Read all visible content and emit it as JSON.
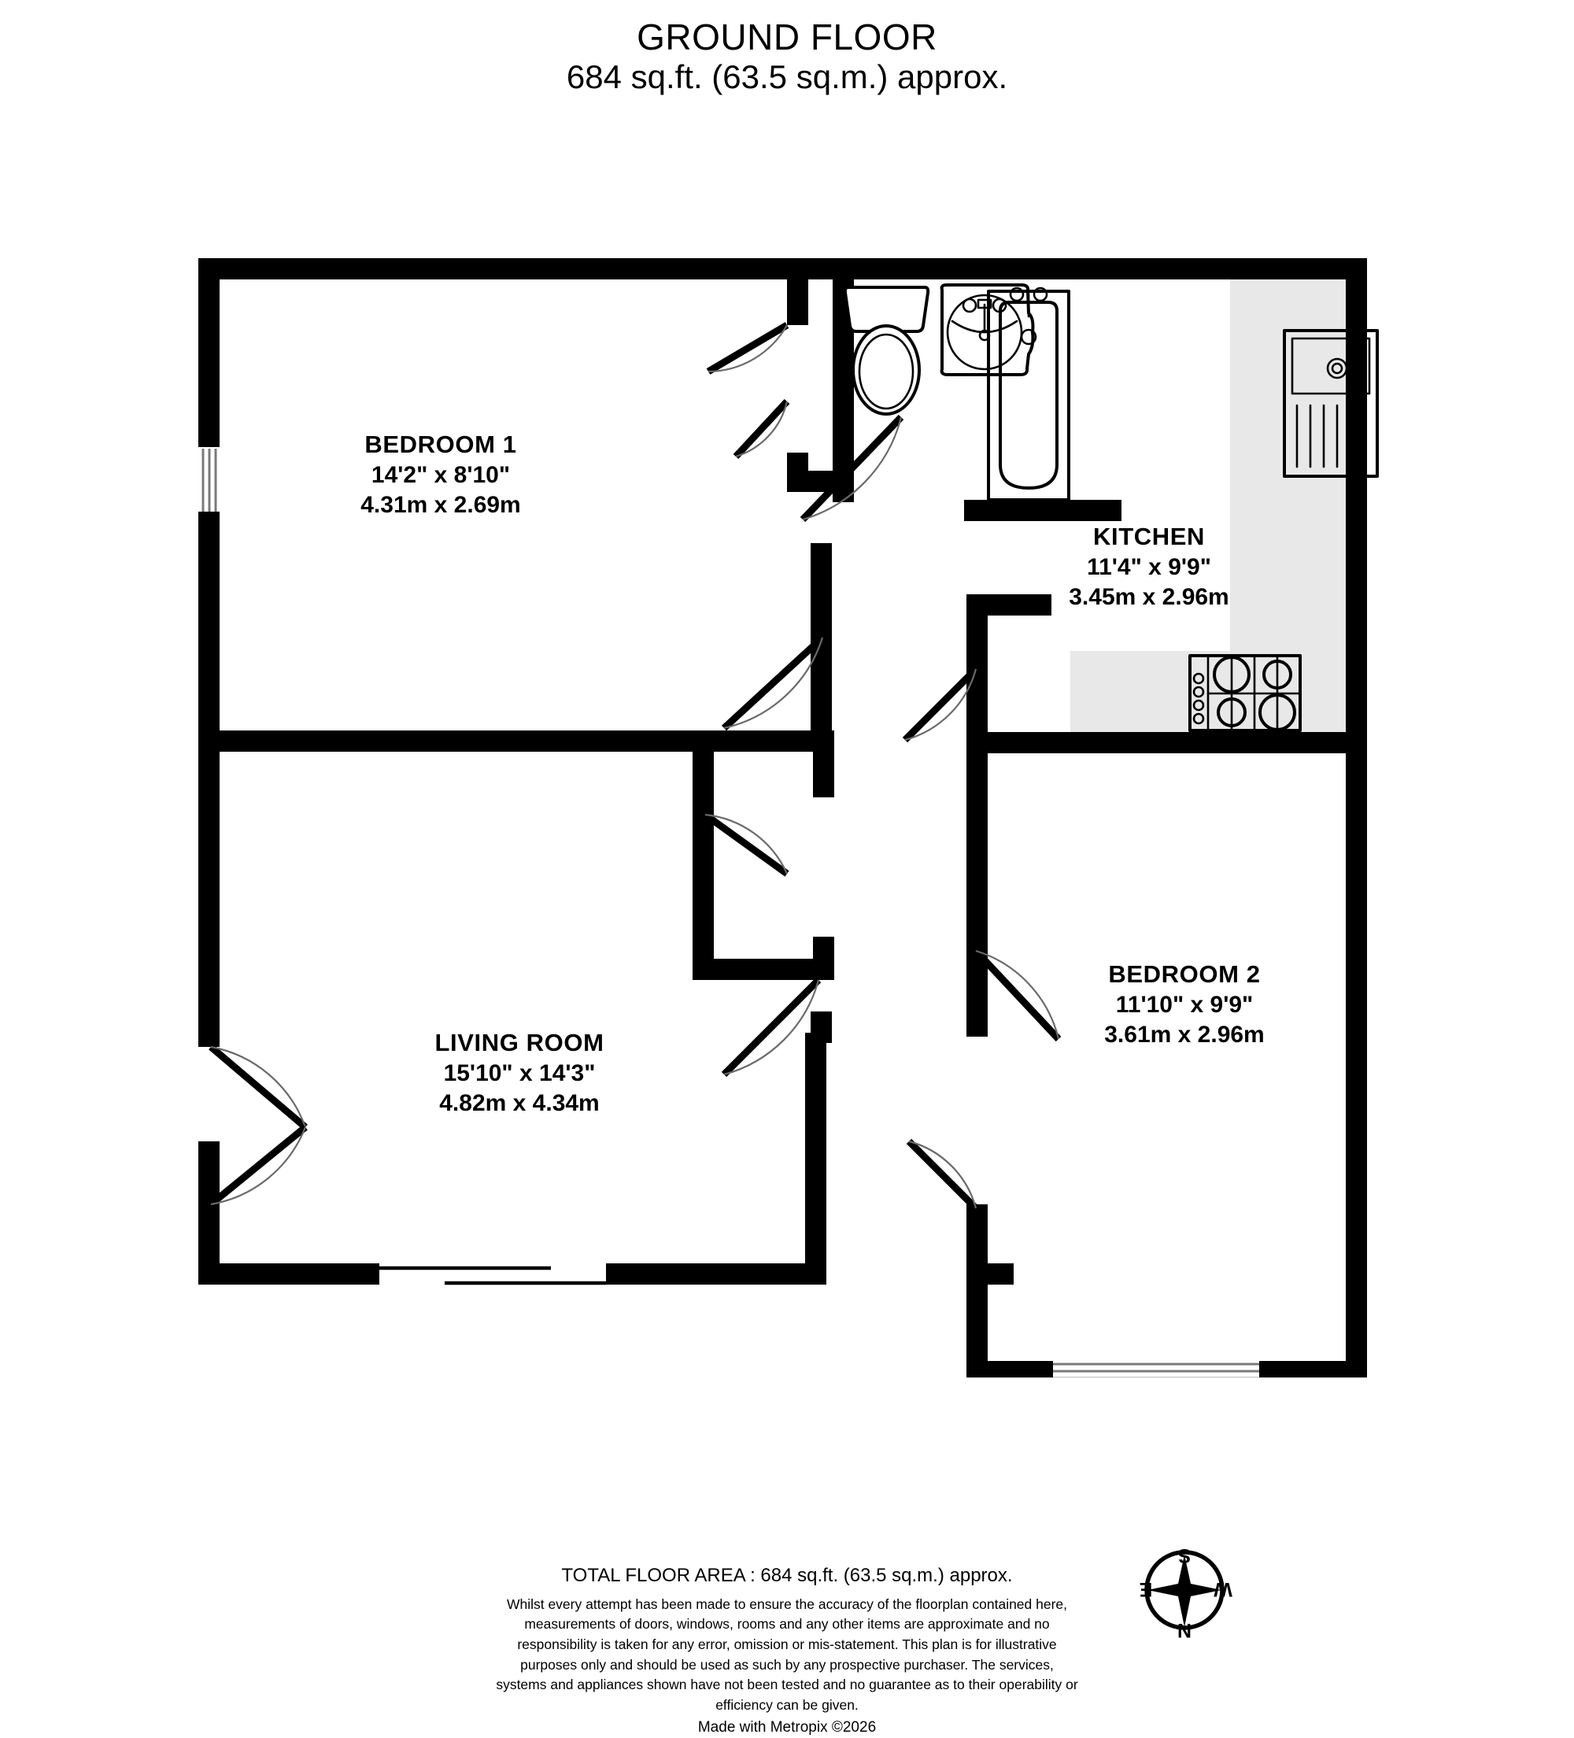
{
  "header": {
    "title": "GROUND FLOOR",
    "subtitle": "684 sq.ft. (63.5 sq.m.) approx."
  },
  "rooms": [
    {
      "key": "bedroom1",
      "name": "BEDROOM 1",
      "imperial": "14'2\"  x 8'10\"",
      "metric": "4.31m  x 2.69m"
    },
    {
      "key": "kitchen",
      "name": "KITCHEN",
      "imperial": "11'4\"  x 9'9\"",
      "metric": "3.45m  x 2.96m"
    },
    {
      "key": "living_room",
      "name": "LIVING ROOM",
      "imperial": "15'10\"  x 14'3\"",
      "metric": "4.82m  x 4.34m"
    },
    {
      "key": "bedroom2",
      "name": "BEDROOM 2",
      "imperial": "11'10\"  x 9'9\"",
      "metric": "3.61m  x 2.96m"
    }
  ],
  "fixtures": [
    {
      "key": "toilet",
      "label": "toilet"
    },
    {
      "key": "washbasin",
      "label": "washbasin"
    },
    {
      "key": "bathtub",
      "label": "bathtub"
    },
    {
      "key": "kitchen_sink",
      "label": "kitchen sink with drainer"
    },
    {
      "key": "hob",
      "label": "four-burner hob"
    }
  ],
  "footer": {
    "total_area": "TOTAL FLOOR AREA : 684 sq.ft. (63.5 sq.m.) approx.",
    "disclaimer": "Whilst every attempt has been made to ensure the accuracy of the floorplan contained here, measurements of doors, windows, rooms and any other items are approximate and no responsibility is taken for any error, omission or mis-statement. This plan is for illustrative purposes only and should be used as such by any prospective purchaser. The services, systems and appliances shown have not been tested and no guarantee as to their operability or efficiency can be given.",
    "credit": "Made with Metropix ©2026"
  },
  "compass": {
    "north": "N",
    "south": "S",
    "east": "E",
    "west": "W"
  },
  "colors": {
    "wall": "#000000",
    "counter": "#e8e8e8",
    "background": "#ffffff",
    "window": "#7a7a7a"
  }
}
